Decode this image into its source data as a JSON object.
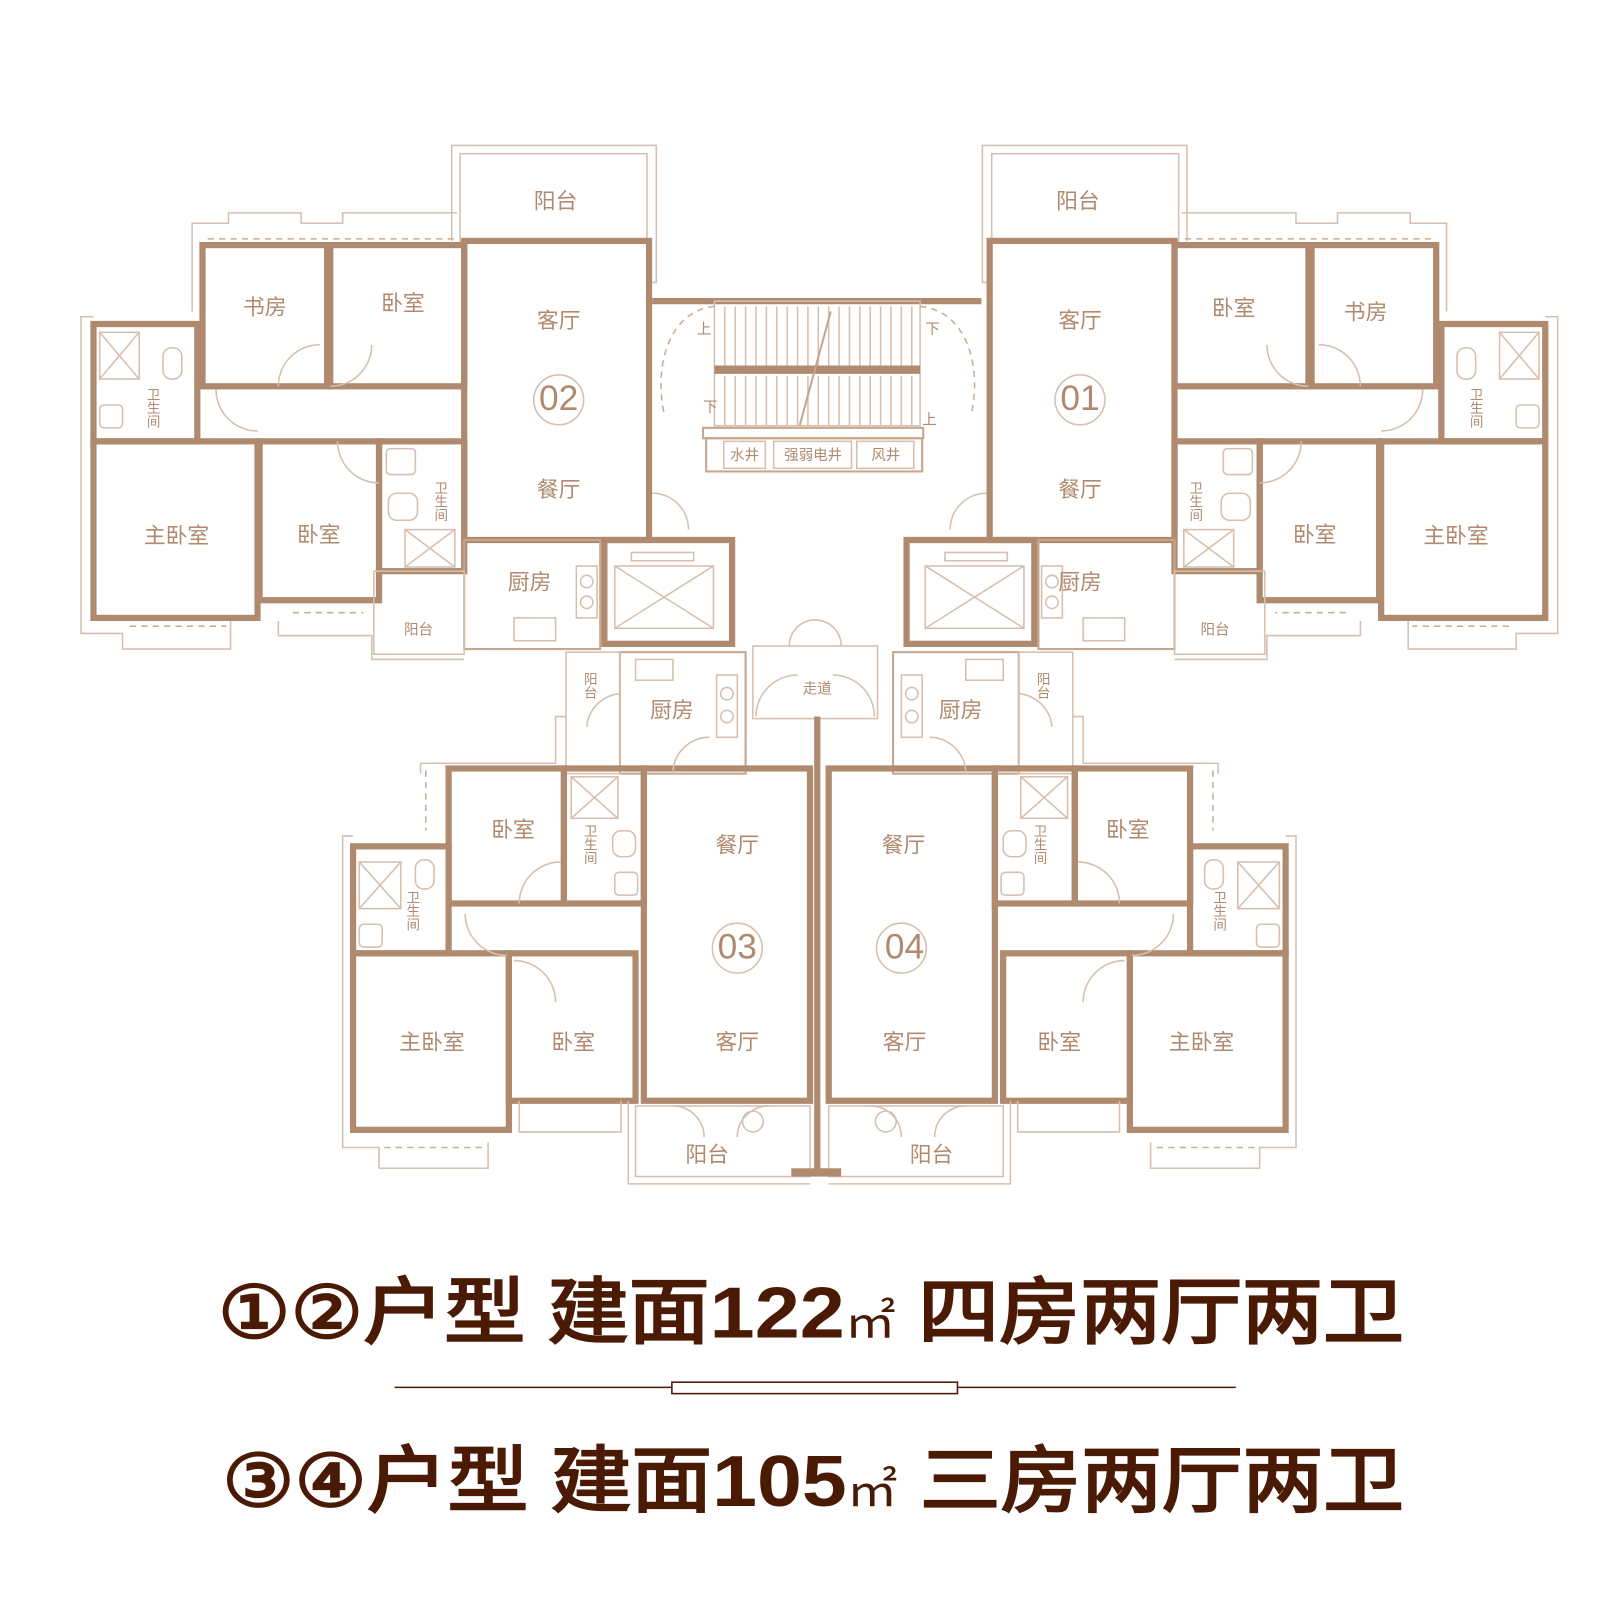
{
  "colors": {
    "wall": "#b08a6e",
    "text": "#b08a6e",
    "headline": "#4a1a05"
  },
  "unit02": {
    "number": "02",
    "balcony_top": "阳台",
    "study": "书房",
    "bedroom1": "卧室",
    "living": "客厅",
    "dining": "餐厅",
    "bath1": "卫生间",
    "bath2": "卫生间",
    "master": "主卧室",
    "bedroom2": "卧室",
    "kitchen": "厨房",
    "balcony_small": "阳台"
  },
  "unit01": {
    "number": "01",
    "balcony_top": "阳台",
    "study": "书房",
    "bedroom1": "卧室",
    "living": "客厅",
    "dining": "餐厅",
    "bath1": "卫生间",
    "bath2": "卫生间",
    "master": "主卧室",
    "bedroom2": "卧室",
    "kitchen": "厨房",
    "balcony_small": "阳台"
  },
  "unit03": {
    "number": "03",
    "balcony_small": "阳台",
    "kitchen": "厨房",
    "bedroom1": "卧室",
    "bath1": "卫生间",
    "dining": "餐厅",
    "bath2": "卫生间",
    "master": "主卧室",
    "bedroom2": "卧室",
    "living": "客厅",
    "balcony_bottom": "阳台"
  },
  "unit04": {
    "number": "04",
    "balcony_small": "阳台",
    "kitchen": "厨房",
    "bedroom1": "卧室",
    "bath1": "卫生间",
    "dining": "餐厅",
    "bath2": "卫生间",
    "master": "主卧室",
    "bedroom2": "卧室",
    "living": "客厅",
    "balcony_bottom": "阳台"
  },
  "core": {
    "water_shaft": "水井",
    "electric_shaft": "强弱电井",
    "air_shaft": "风井",
    "corridor": "走道",
    "stair_up": "上",
    "stair_down": "下"
  },
  "headline": [
    {
      "units": "①②",
      "type": "户型",
      "area_label": "建面",
      "area": "122",
      "area_unit": "㎡",
      "layout": "四房两厅两卫"
    },
    {
      "units": "③④",
      "type": "户型",
      "area_label": "建面",
      "area": "105",
      "area_unit": "㎡",
      "layout": "三房两厅两卫"
    }
  ]
}
